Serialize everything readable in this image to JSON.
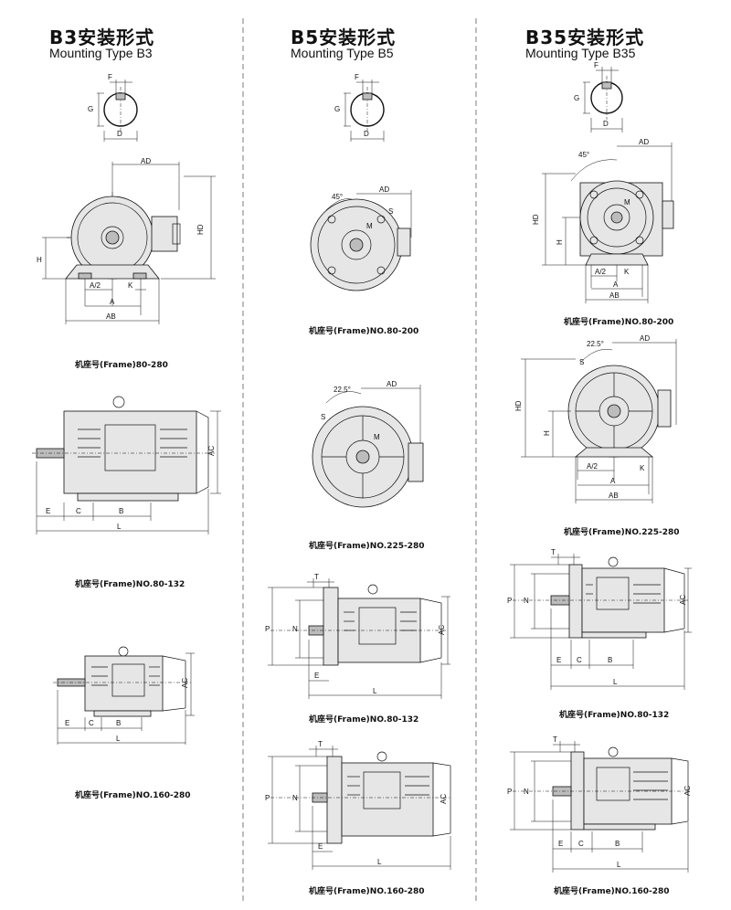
{
  "columns": [
    {
      "title_cn": "B3安装形式",
      "title_en": "Mounting Type B3",
      "captions": [
        "机座号(Frame)80-280",
        "机座号(Frame)NO.80-132",
        "机座号(Frame)NO.160-280"
      ]
    },
    {
      "title_cn": "B5安装形式",
      "title_en": "Mounting Type B5",
      "captions": [
        "机座号(Frame)NO.80-200",
        "机座号(Frame)NO.225-280",
        "机座号(Frame)NO.80-132",
        "机座号(Frame)NO.160-280"
      ]
    },
    {
      "title_cn": "B35安装形式",
      "title_en": "Mounting Type B35",
      "captions": [
        "机座号(Frame)NO.80-200",
        "机座号(Frame)NO.225-280",
        "机座号(Frame)NO.80-132",
        "机座号(Frame)NO.160-280"
      ]
    }
  ],
  "dimension_labels": {
    "F": "F",
    "G": "G",
    "D": "D",
    "AD": "AD",
    "HD": "HD",
    "H": "H",
    "A_half": "A/2",
    "K": "K",
    "A": "A",
    "AB": "AB",
    "AC": "AC",
    "E": "E",
    "C": "C",
    "B": "B",
    "L": "L",
    "T": "T",
    "P": "P",
    "N": "N",
    "S": "S",
    "M": "M",
    "angle_45": "45°",
    "angle_22_5": "22.5°"
  }
}
